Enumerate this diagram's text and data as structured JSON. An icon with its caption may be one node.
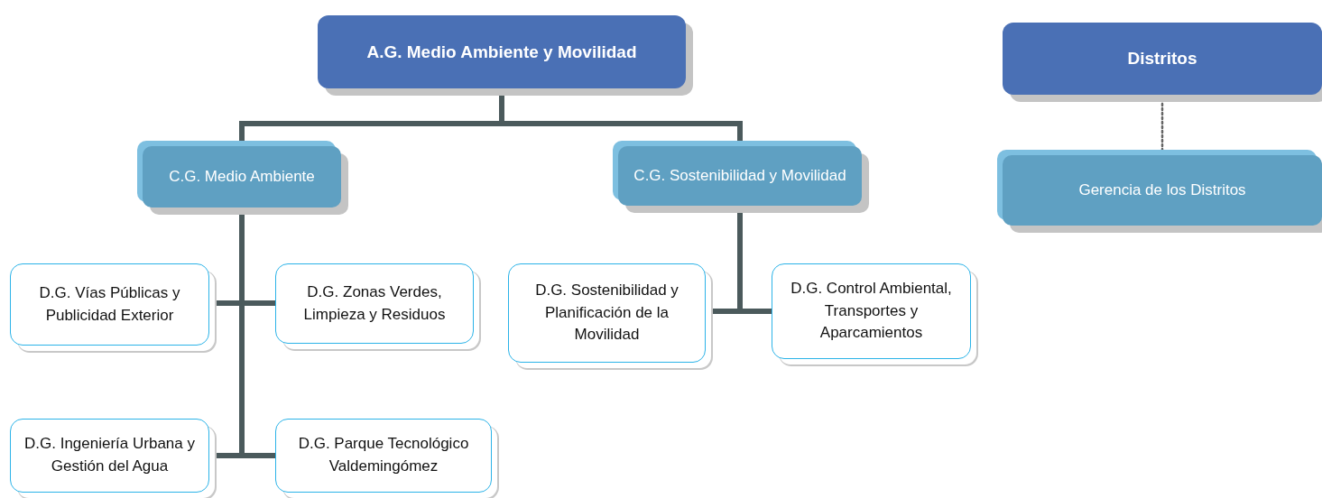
{
  "diagram": {
    "nodes": [
      {
        "text": [
          "A.G. Medio Ambiente y Movilidad"
        ]
      },
      {
        "text": [
          "C.G. Medio Ambiente"
        ]
      },
      {
        "text": [
          "C.G. Sostenibilidad y Movilidad"
        ]
      },
      {
        "text": [
          "D.G. Vías Públicas y Publicidad Exterior"
        ]
      },
      {
        "text": [
          "D.G. Zonas Verdes, Limpieza y Residuos"
        ]
      },
      {
        "text": [
          "D.G. Ingeniería Urbana y Gestión del Agua"
        ]
      },
      {
        "text": [
          "D.G. Parque Tecnológico Valdemingómez"
        ]
      },
      {
        "text": [
          "D.G. Sostenibilidad y Planificación de la Movilidad"
        ]
      },
      {
        "text": [
          "D.G. Control Ambiental, Transportes y Aparcamientos"
        ]
      },
      {
        "text": [
          "Distritos"
        ]
      },
      {
        "text": [
          "Gerencia de los Distritos"
        ]
      }
    ],
    "edges": [
      {
        "from": 0,
        "to": 1,
        "arrow": "none"
      },
      {
        "from": 0,
        "to": 2,
        "arrow": "none"
      },
      {
        "from": 1,
        "to": 3,
        "arrow": "none"
      },
      {
        "from": 1,
        "to": 4,
        "arrow": "none"
      },
      {
        "from": 1,
        "to": 5,
        "arrow": "none"
      },
      {
        "from": 1,
        "to": 6,
        "arrow": "none"
      },
      {
        "from": 2,
        "to": 7,
        "arrow": "none"
      },
      {
        "from": 2,
        "to": 8,
        "arrow": "none"
      },
      {
        "from": 9,
        "to": 10,
        "arrow": "none",
        "style": "dashed",
        "color": "#666666"
      }
    ]
  }
}
